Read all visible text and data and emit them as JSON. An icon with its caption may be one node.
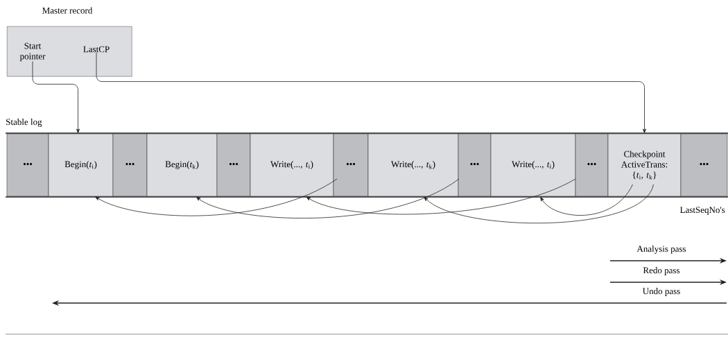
{
  "diagram": {
    "nodes": [
      {
        "text": [
          "Master record"
        ]
      },
      {
        "text": [
          "Start pointer"
        ],
        "in": 0
      },
      {
        "text": [
          "LastCP"
        ],
        "in": 0
      },
      {
        "text": [
          "Stable log"
        ]
      },
      {
        "text": [
          "•••"
        ],
        "in": 3
      },
      {
        "text": [
          "Begin(*t*$_{i}$)"
        ],
        "in": 3
      },
      {
        "text": [
          "•••"
        ],
        "in": 3
      },
      {
        "text": [
          "Begin(*t*$_{k}$)"
        ],
        "in": 3
      },
      {
        "text": [
          "•••"
        ],
        "in": 3
      },
      {
        "text": [
          "Write(..., *t*$_{i}$)"
        ],
        "in": 3
      },
      {
        "text": [
          "•••"
        ],
        "in": 3
      },
      {
        "text": [
          "Write(..., *t*$_{k}$)"
        ],
        "in": 3
      },
      {
        "text": [
          "•••"
        ],
        "in": 3
      },
      {
        "text": [
          "Write(..., *t*$_{i}$)"
        ],
        "in": 3
      },
      {
        "text": [
          "•••"
        ],
        "in": 3
      },
      {
        "text": [
          "Checkpoint ActiveTrans: {*t*$_{i}$, *t*$_{k}$}"
        ],
        "in": 3
      },
      {
        "text": [
          "•••"
        ],
        "in": 3
      }
    ],
    "edges": [
      {
        "from": 1,
        "to": 5,
        "arrow": "to"
      },
      {
        "from": 2,
        "to": 15,
        "arrow": "to"
      },
      {
        "from": 9,
        "to": 5,
        "arrow": "to"
      },
      {
        "from": 11,
        "to": 7,
        "arrow": "to"
      },
      {
        "from": 13,
        "to": 9,
        "arrow": "to"
      },
      {
        "from": 15,
        "to": 13,
        "arrow": "to"
      },
      {
        "from": 15,
        "to": 11,
        "arrow": "to"
      }
    ],
    "labels": [
      "LastSeqNo's",
      "Analysis pass",
      "Redo pass",
      "Undo pass"
    ]
  }
}
